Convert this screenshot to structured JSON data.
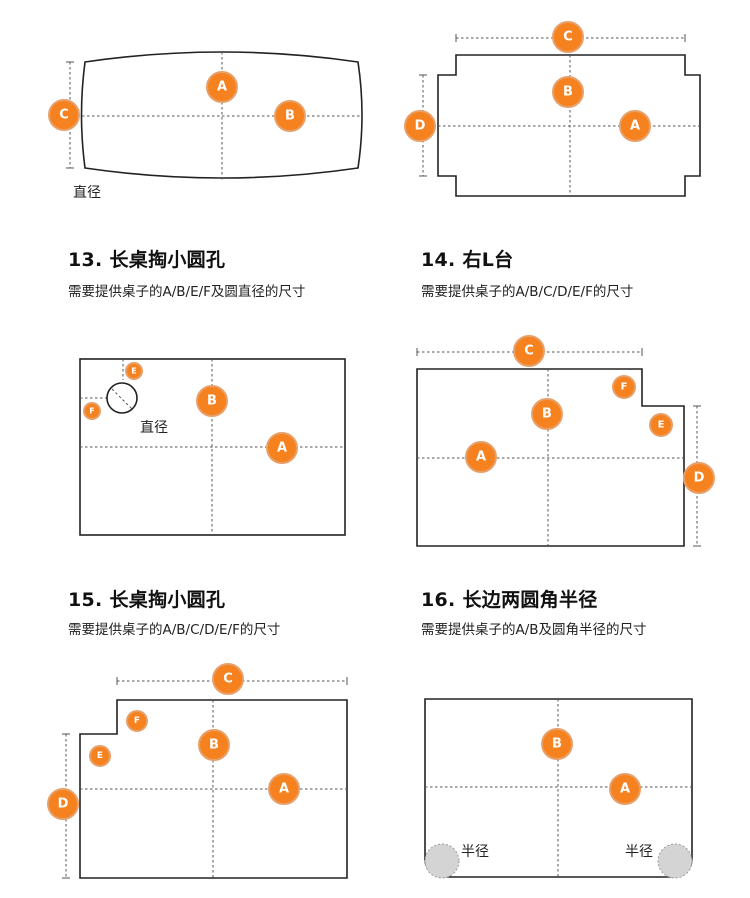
{
  "badges": {
    "a": "A",
    "b": "B",
    "c": "C",
    "d": "D",
    "e": "E",
    "f": "F"
  },
  "labels": {
    "diameter": "直径",
    "radius": "半径"
  },
  "sections": [
    {
      "id": "13",
      "title": "13. 长桌掏小圆孔",
      "subtitle": "需要提供桌子的A/B/E/F及圆直径的尺寸"
    },
    {
      "id": "14",
      "title": "14. 右L台",
      "subtitle": "需要提供桌子的A/B/C/D/E/F的尺寸"
    },
    {
      "id": "15",
      "title": "15. 长桌掏小圆孔",
      "subtitle": "需要提供桌子的A/B/C/D/E/F的尺寸"
    },
    {
      "id": "16",
      "title": "16. 长边两圆角半径",
      "subtitle": "需要提供桌子的A/B及圆角半径的尺寸"
    }
  ],
  "colors": {
    "badge": "#f5821f",
    "outline": "#222222",
    "corner_fill": "#d4d4d4"
  }
}
